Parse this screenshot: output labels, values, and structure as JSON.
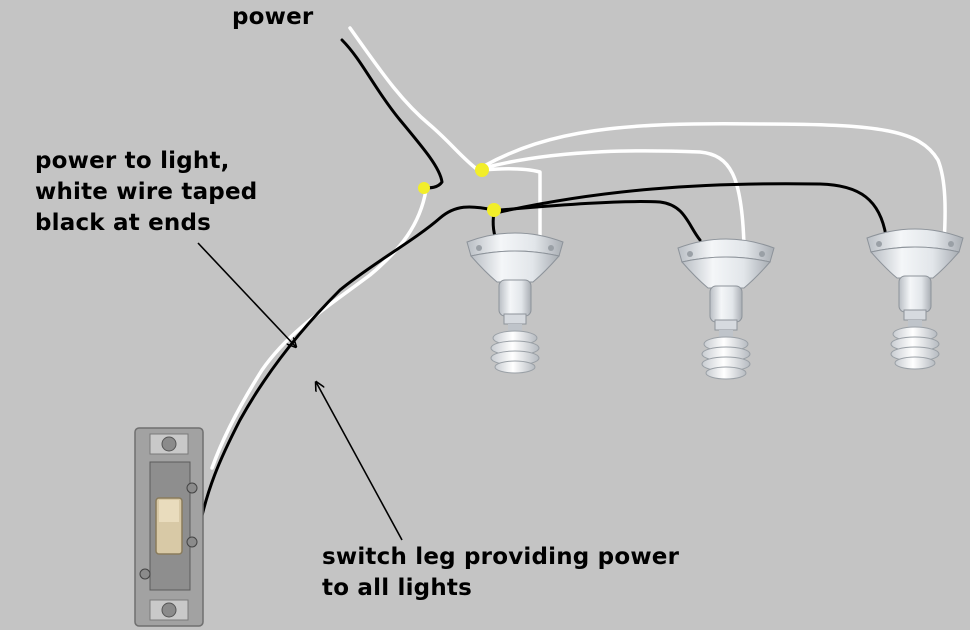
{
  "diagram": {
    "labels": {
      "power": "power",
      "power_to_light": [
        "power to light,",
        "white wire taped",
        "black at ends"
      ],
      "switch_leg": [
        "switch leg providing power",
        "to all lights"
      ]
    },
    "colors": {
      "background": "#c4c4c4",
      "hot_wire": "#000000",
      "neutral_wire": "#ffffff",
      "wire_nut": "#f2ee2a",
      "fixture": "#e9ecef",
      "switch_plate": "#9b9b9b",
      "switch_toggle": "#d8c9a6"
    },
    "icons": {
      "switch": "single-pole-switch-icon",
      "lamp": "cfl-lamp-holder-icon",
      "connector": "wire-nut-icon",
      "arrow": "pointer-arrow-icon"
    }
  }
}
